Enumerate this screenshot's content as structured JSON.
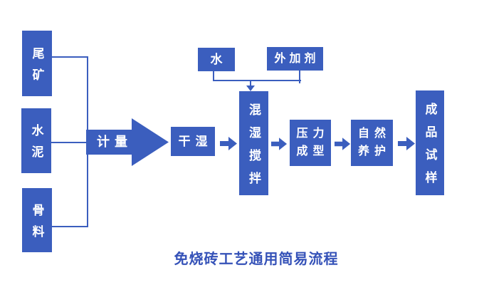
{
  "title": "免烧砖工艺通用简易流程",
  "colors": {
    "primary": "#3B5EBE",
    "caption": "#3552B8",
    "box_text": "#FFFFFF",
    "background": "#FFFFFF"
  },
  "nodes": {
    "tailings": {
      "label": "尾矿"
    },
    "cement": {
      "label": "水泥"
    },
    "aggregate": {
      "label": "骨料"
    },
    "water": {
      "label": "水"
    },
    "admixture": {
      "label": "外加剂"
    },
    "measuring": {
      "label": "计量"
    },
    "dry_wet": {
      "label": "干湿"
    },
    "mixing": {
      "label": "混湿搅拌"
    },
    "pressure_forming": {
      "lines": [
        "压力",
        "成型"
      ]
    },
    "natural_curing": {
      "lines": [
        "自然",
        "养护"
      ]
    },
    "finished_sample": {
      "label": "成品试样"
    }
  },
  "edges": [
    {
      "from": "尾矿",
      "to": "计量"
    },
    {
      "from": "水泥",
      "to": "计量"
    },
    {
      "from": "骨料",
      "to": "计量"
    },
    {
      "from": "计量",
      "to": "干湿"
    },
    {
      "from": "干湿",
      "to": "混湿搅拌"
    },
    {
      "from": "水",
      "to": "混湿搅拌"
    },
    {
      "from": "外加剂",
      "to": "混湿搅拌"
    },
    {
      "from": "混湿搅拌",
      "to": "压力成型"
    },
    {
      "from": "压力成型",
      "to": "自然养护"
    },
    {
      "from": "自然养护",
      "to": "成品试样"
    }
  ]
}
